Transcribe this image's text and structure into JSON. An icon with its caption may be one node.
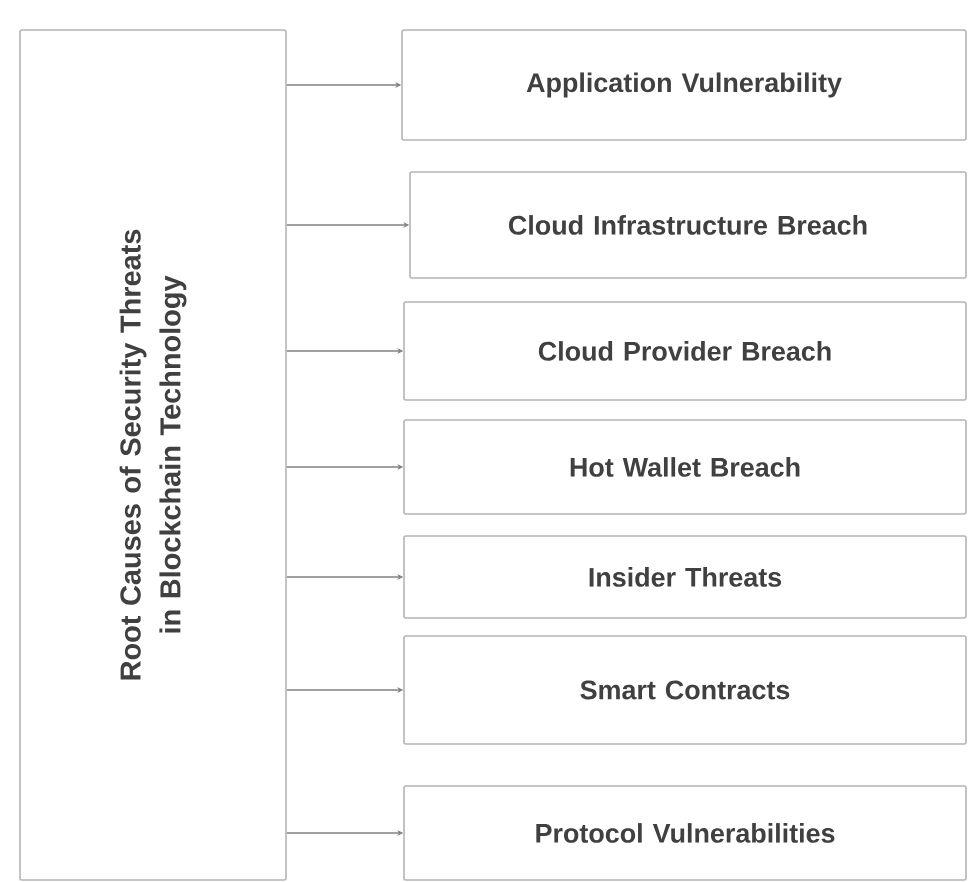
{
  "diagram": {
    "nodes": [
      {
        "text": [
          "Root Causes of Security Threats in Blockchain Technology"
        ]
      },
      {
        "text": [
          "Application Vulnerability"
        ]
      },
      {
        "text": [
          "Cloud Infrastructure Breach"
        ]
      },
      {
        "text": [
          "Cloud Provider Breach"
        ]
      },
      {
        "text": [
          "Hot Wallet Breach"
        ]
      },
      {
        "text": [
          "Insider Threats"
        ]
      },
      {
        "text": [
          "Smart Contracts"
        ]
      },
      {
        "text": [
          "Protocol Vulnerabilities"
        ]
      }
    ],
    "edges": [
      {
        "from": 0,
        "to": 1,
        "arrow": "to"
      },
      {
        "from": 0,
        "to": 2,
        "arrow": "to"
      },
      {
        "from": 0,
        "to": 3,
        "arrow": "to"
      },
      {
        "from": 0,
        "to": 4,
        "arrow": "to"
      },
      {
        "from": 0,
        "to": 5,
        "arrow": "to"
      },
      {
        "from": 0,
        "to": 6,
        "arrow": "to"
      },
      {
        "from": 0,
        "to": 7,
        "arrow": "to"
      }
    ]
  }
}
